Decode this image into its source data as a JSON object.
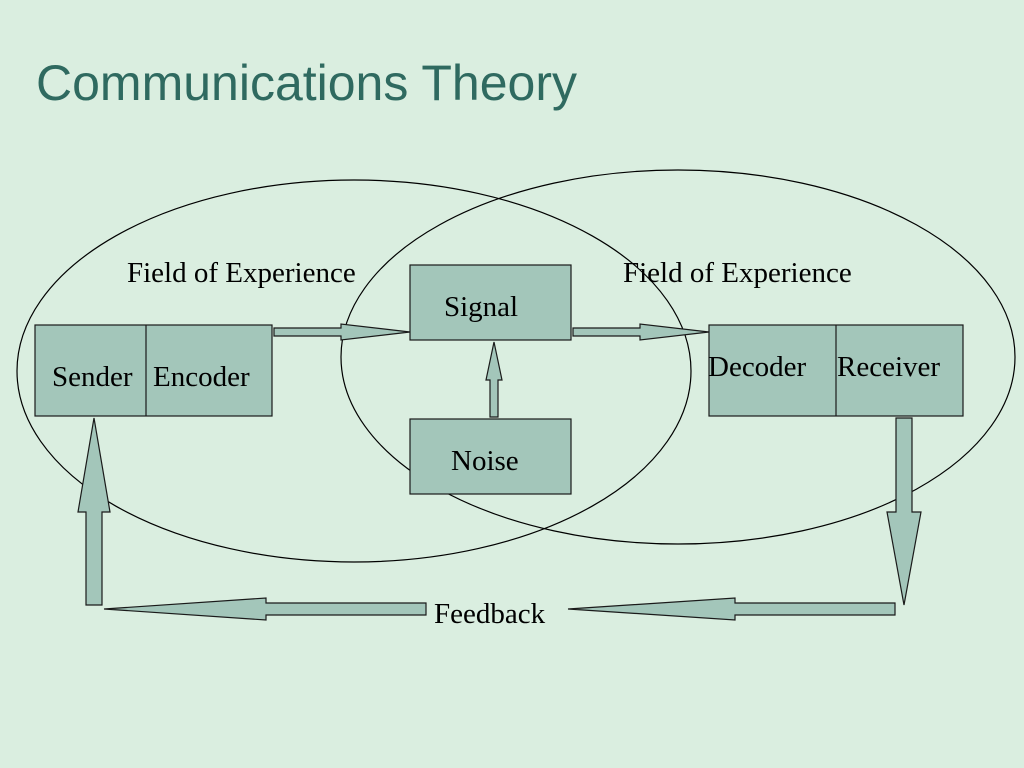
{
  "slide": {
    "title": "Communications Theory"
  },
  "diagram": {
    "field_left_label": "Field of Experience",
    "field_right_label": "Field of Experience",
    "sender_label": "Sender",
    "encoder_label": "Encoder",
    "signal_label": "Signal",
    "noise_label": "Noise",
    "decoder_label": "Decoder",
    "receiver_label": "Receiver",
    "feedback_label": "Feedback"
  },
  "colors": {
    "background": "#daeee0",
    "title": "#2f6a60",
    "box_fill": "#a3c6ba"
  }
}
